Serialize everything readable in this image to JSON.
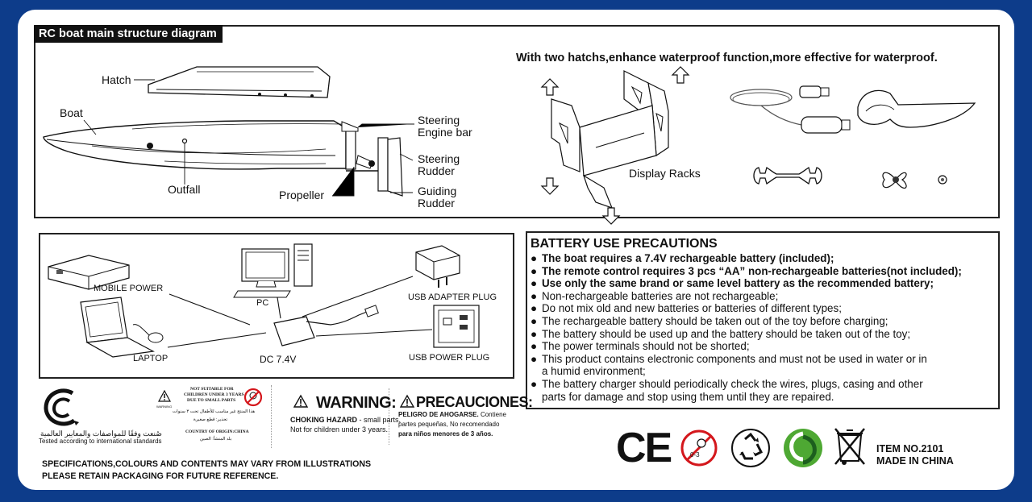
{
  "structure": {
    "title": "RC boat main structure diagram",
    "labels": {
      "hatch": "Hatch",
      "boat": "Boat",
      "outfall": "Outfall",
      "propeller": "Propeller",
      "steering_engine_bar": [
        "Steering",
        "Engine bar"
      ],
      "steering_rudder": [
        "Steering",
        "Rudder"
      ],
      "guiding_rudder": [
        "Guiding",
        "Rudder"
      ]
    },
    "hatch_headline": "With two hatchs,enhance waterproof function,more effective for waterproof.",
    "display_racks": "Display Racks"
  },
  "charging": {
    "mobile_power": "MOBILE POWER",
    "pc": "PC",
    "usb_adapter_plug": "USB ADAPTER PLUG",
    "laptop": "LAPTOP",
    "dc": "DC 7.4V",
    "usb_power_plug": "USB POWER PLUG"
  },
  "battery": {
    "title": "BATTERY USE PRECAUTIONS",
    "items": [
      "The boat requires a 7.4V rechargeable battery (included);",
      "The remote control requires 3 pcs “AA” non-rechargeable batteries(not included);",
      "Use only the same brand or same level battery as the recommended battery;",
      "Non-rechargeable batteries are not rechargeable;",
      "Do not mix old and new batteries or batteries of different types;",
      "The rechargeable battery should be taken out of the toy before charging;",
      "The battery should be used up and the battery should be taken out of the toy;",
      "The power terminals should not be shorted;",
      "This product contains electronic components and must not be used in water or in",
      "a humid environment;",
      "The battery charger should periodically check the wires, plugs, casing and other",
      "parts for damage and stop using them until they are repaired."
    ]
  },
  "saso": {
    "arabic": "صُنعت وفقًا للمواصفات والمعايير العالمية",
    "english": "Tested according to international standards"
  },
  "small_parts": {
    "line1": "NOT SUITABLE FOR",
    "line2": "CHILDREN UNDER 3 YEARS",
    "line3": "DUE TO SMALL PARTS",
    "warning_word": "WARNING",
    "arabic1": "هذا المنتج غير مناسب للأطفال تحت ٣ سنوات",
    "arabic2": "تحذير: قطع صغيرة",
    "country_label": "COUNTRY OF ORIGIN:CHINA",
    "country_arabic": "بلد المنشأ: الصين"
  },
  "warning": {
    "title": "WARNING:",
    "hazard": "CHOKING HAZARD",
    "rest": " - small parts,",
    "line2": "Not for children under 3 years."
  },
  "precauciones": {
    "title": "PRECAUCIONES:",
    "line1a": "PELIGRO DE AHOGARSE.",
    "line1b": " Contiene",
    "line2": "partes pequeñas, No recomendado",
    "line3": "para niños menores de 3 años."
  },
  "footer": {
    "line1": "SPECIFICATIONS,COLOURS AND CONTENTS MAY VARY FROM ILLUSTRATIONS",
    "line2": "PLEASE RETAIN PACKAGING FOR FUTURE REFERENCE."
  },
  "marks": {
    "ce": "CE",
    "age": "0-3",
    "item": "ITEM NO.2101",
    "made": "MADE IN CHINA"
  },
  "colors": {
    "background": "#0d3c8a",
    "green_dot": "#4ea833"
  },
  "icons": [
    "ce-mark-icon",
    "age-restriction-icon",
    "recycle-icon",
    "green-dot-icon",
    "weee-bin-icon"
  ]
}
